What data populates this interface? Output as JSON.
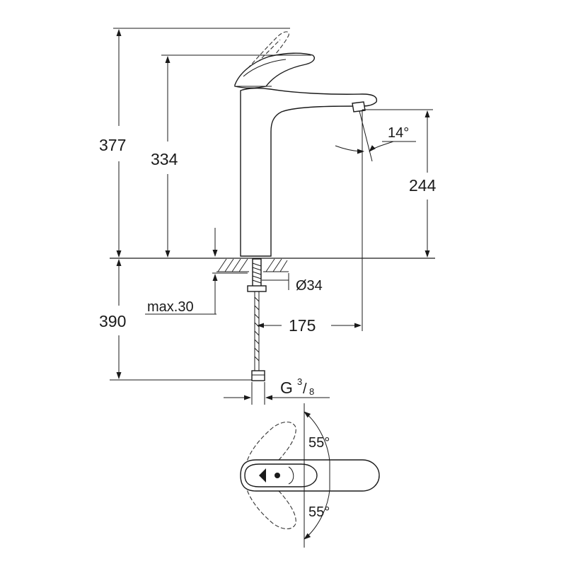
{
  "dimensions": {
    "total_height": "377",
    "handle_height": "334",
    "spout_height": "244",
    "below_deck": "390",
    "max_deck": "max.30",
    "spout_reach": "175",
    "hole_diameter": "Ø34",
    "spout_angle": "14°",
    "thread_base": "G",
    "thread_num": "3",
    "thread_den": "8",
    "handle_angle_top": "55°",
    "handle_angle_bottom": "55°"
  }
}
